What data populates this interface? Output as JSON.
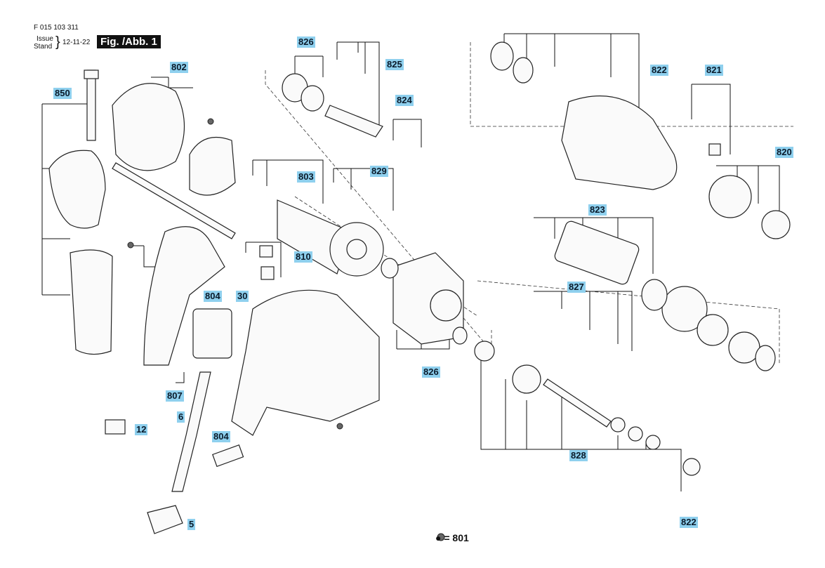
{
  "header": {
    "doc_number": "F 015 103 311",
    "issue_label": "Issue",
    "stand_label": "Stand",
    "date": "12-11-22",
    "figure": "Fig. /Abb. 1"
  },
  "callouts": {
    "c850": "850",
    "c802": "802",
    "c826a": "826",
    "c825": "825",
    "c824": "824",
    "c822a": "822",
    "c821": "821",
    "c820": "820",
    "c803": "803",
    "c829": "829",
    "c823": "823",
    "c810": "810",
    "c804a": "804",
    "c30": "30",
    "c827": "827",
    "c826b": "826",
    "c807": "807",
    "c6": "6",
    "c12": "12",
    "c804b": "804",
    "c828": "828",
    "c822b": "822",
    "c5": "5"
  },
  "legend": {
    "symbol": "●",
    "text": "= 801"
  }
}
